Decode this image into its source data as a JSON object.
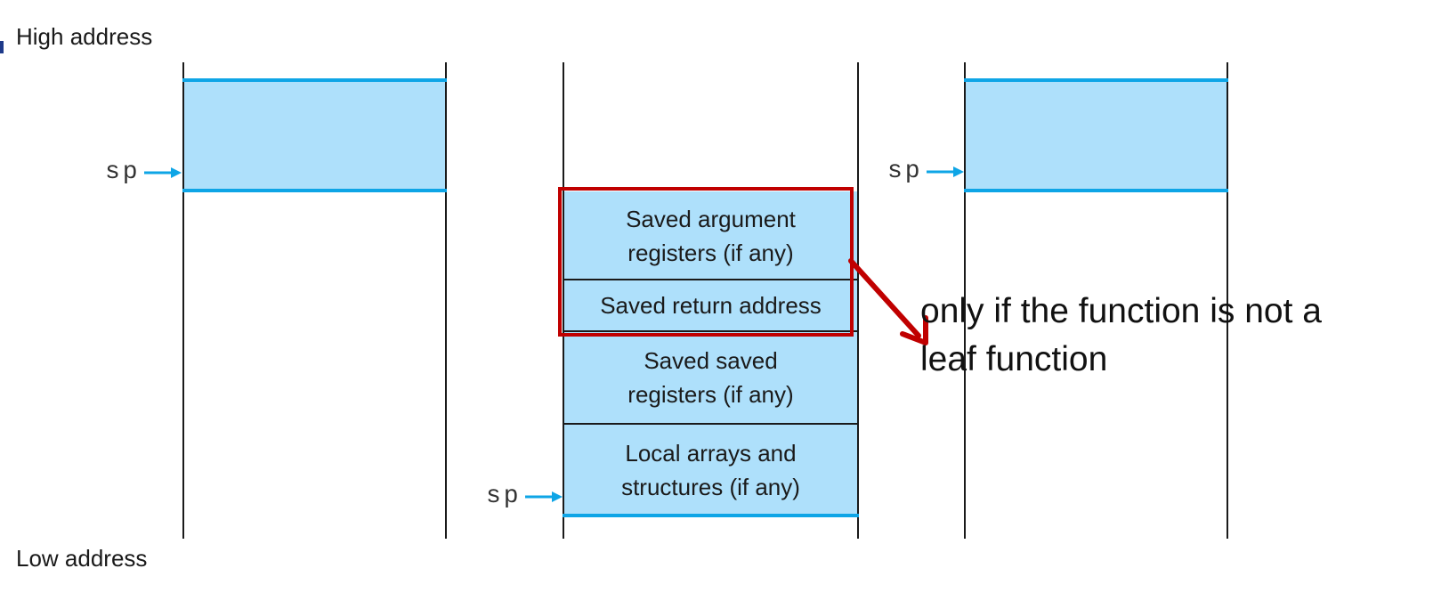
{
  "labels": {
    "high_address": "High address",
    "low_address": "Low address",
    "sp": "sp"
  },
  "middle_stack": {
    "cells": [
      "Saved argument\nregisters (if any)",
      "Saved return address",
      "Saved saved\nregisters (if any)",
      "Local arrays and\nstructures (if any)"
    ]
  },
  "annotation": {
    "text": "only if the function is not a\nleaf function"
  },
  "colors": {
    "frame_fill": "#aee0fb",
    "frame_edge": "#0ea5e6",
    "highlight": "#c00000"
  }
}
